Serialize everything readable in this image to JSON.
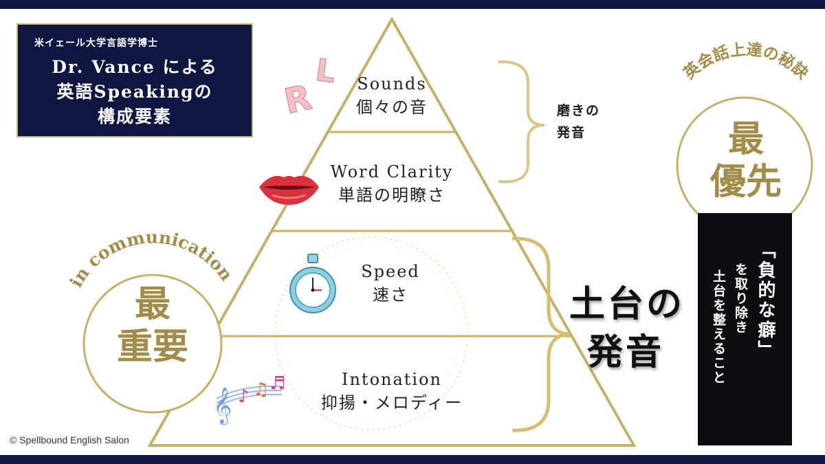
{
  "title_box": {
    "subtitle": "米イェール大学言語学博士",
    "line1": "Dr. Vance による",
    "line2": "英語Speakingの",
    "line3": "構成要素"
  },
  "pyramid": {
    "layers": [
      {
        "en": "Sounds",
        "ja": "個々の音",
        "icon": "rl-letters-icon"
      },
      {
        "en": "Word Clarity",
        "ja": "単語の明瞭さ",
        "icon": "lips-icon"
      },
      {
        "en": "Speed",
        "ja": "速さ",
        "icon": "stopwatch-icon"
      },
      {
        "en": "Intonation",
        "ja": "抑揚・メロディー",
        "icon": "music-notes-icon"
      }
    ],
    "rl_letters": "RL"
  },
  "brace_top_label": "磨きの\n発音",
  "foundation_label": {
    "line1": "土台の",
    "line2": "発音"
  },
  "right_circle": {
    "arc": "英会話上達の秘訣",
    "main_line1": "最",
    "main_line2": "優先"
  },
  "right_panel": {
    "col1": "「負的な癖」",
    "col2": "を取り除き",
    "col3": "土台を整えること"
  },
  "left_circle": {
    "arc": "in communication",
    "main_line1": "最",
    "main_line2": "重要"
  },
  "copyright": "© Spellbound English Salon",
  "colors": {
    "navy": "#0f1740",
    "gold": "#c3b06a",
    "gold_text": "#a18c4a",
    "black_panel": "#0d0d12"
  }
}
